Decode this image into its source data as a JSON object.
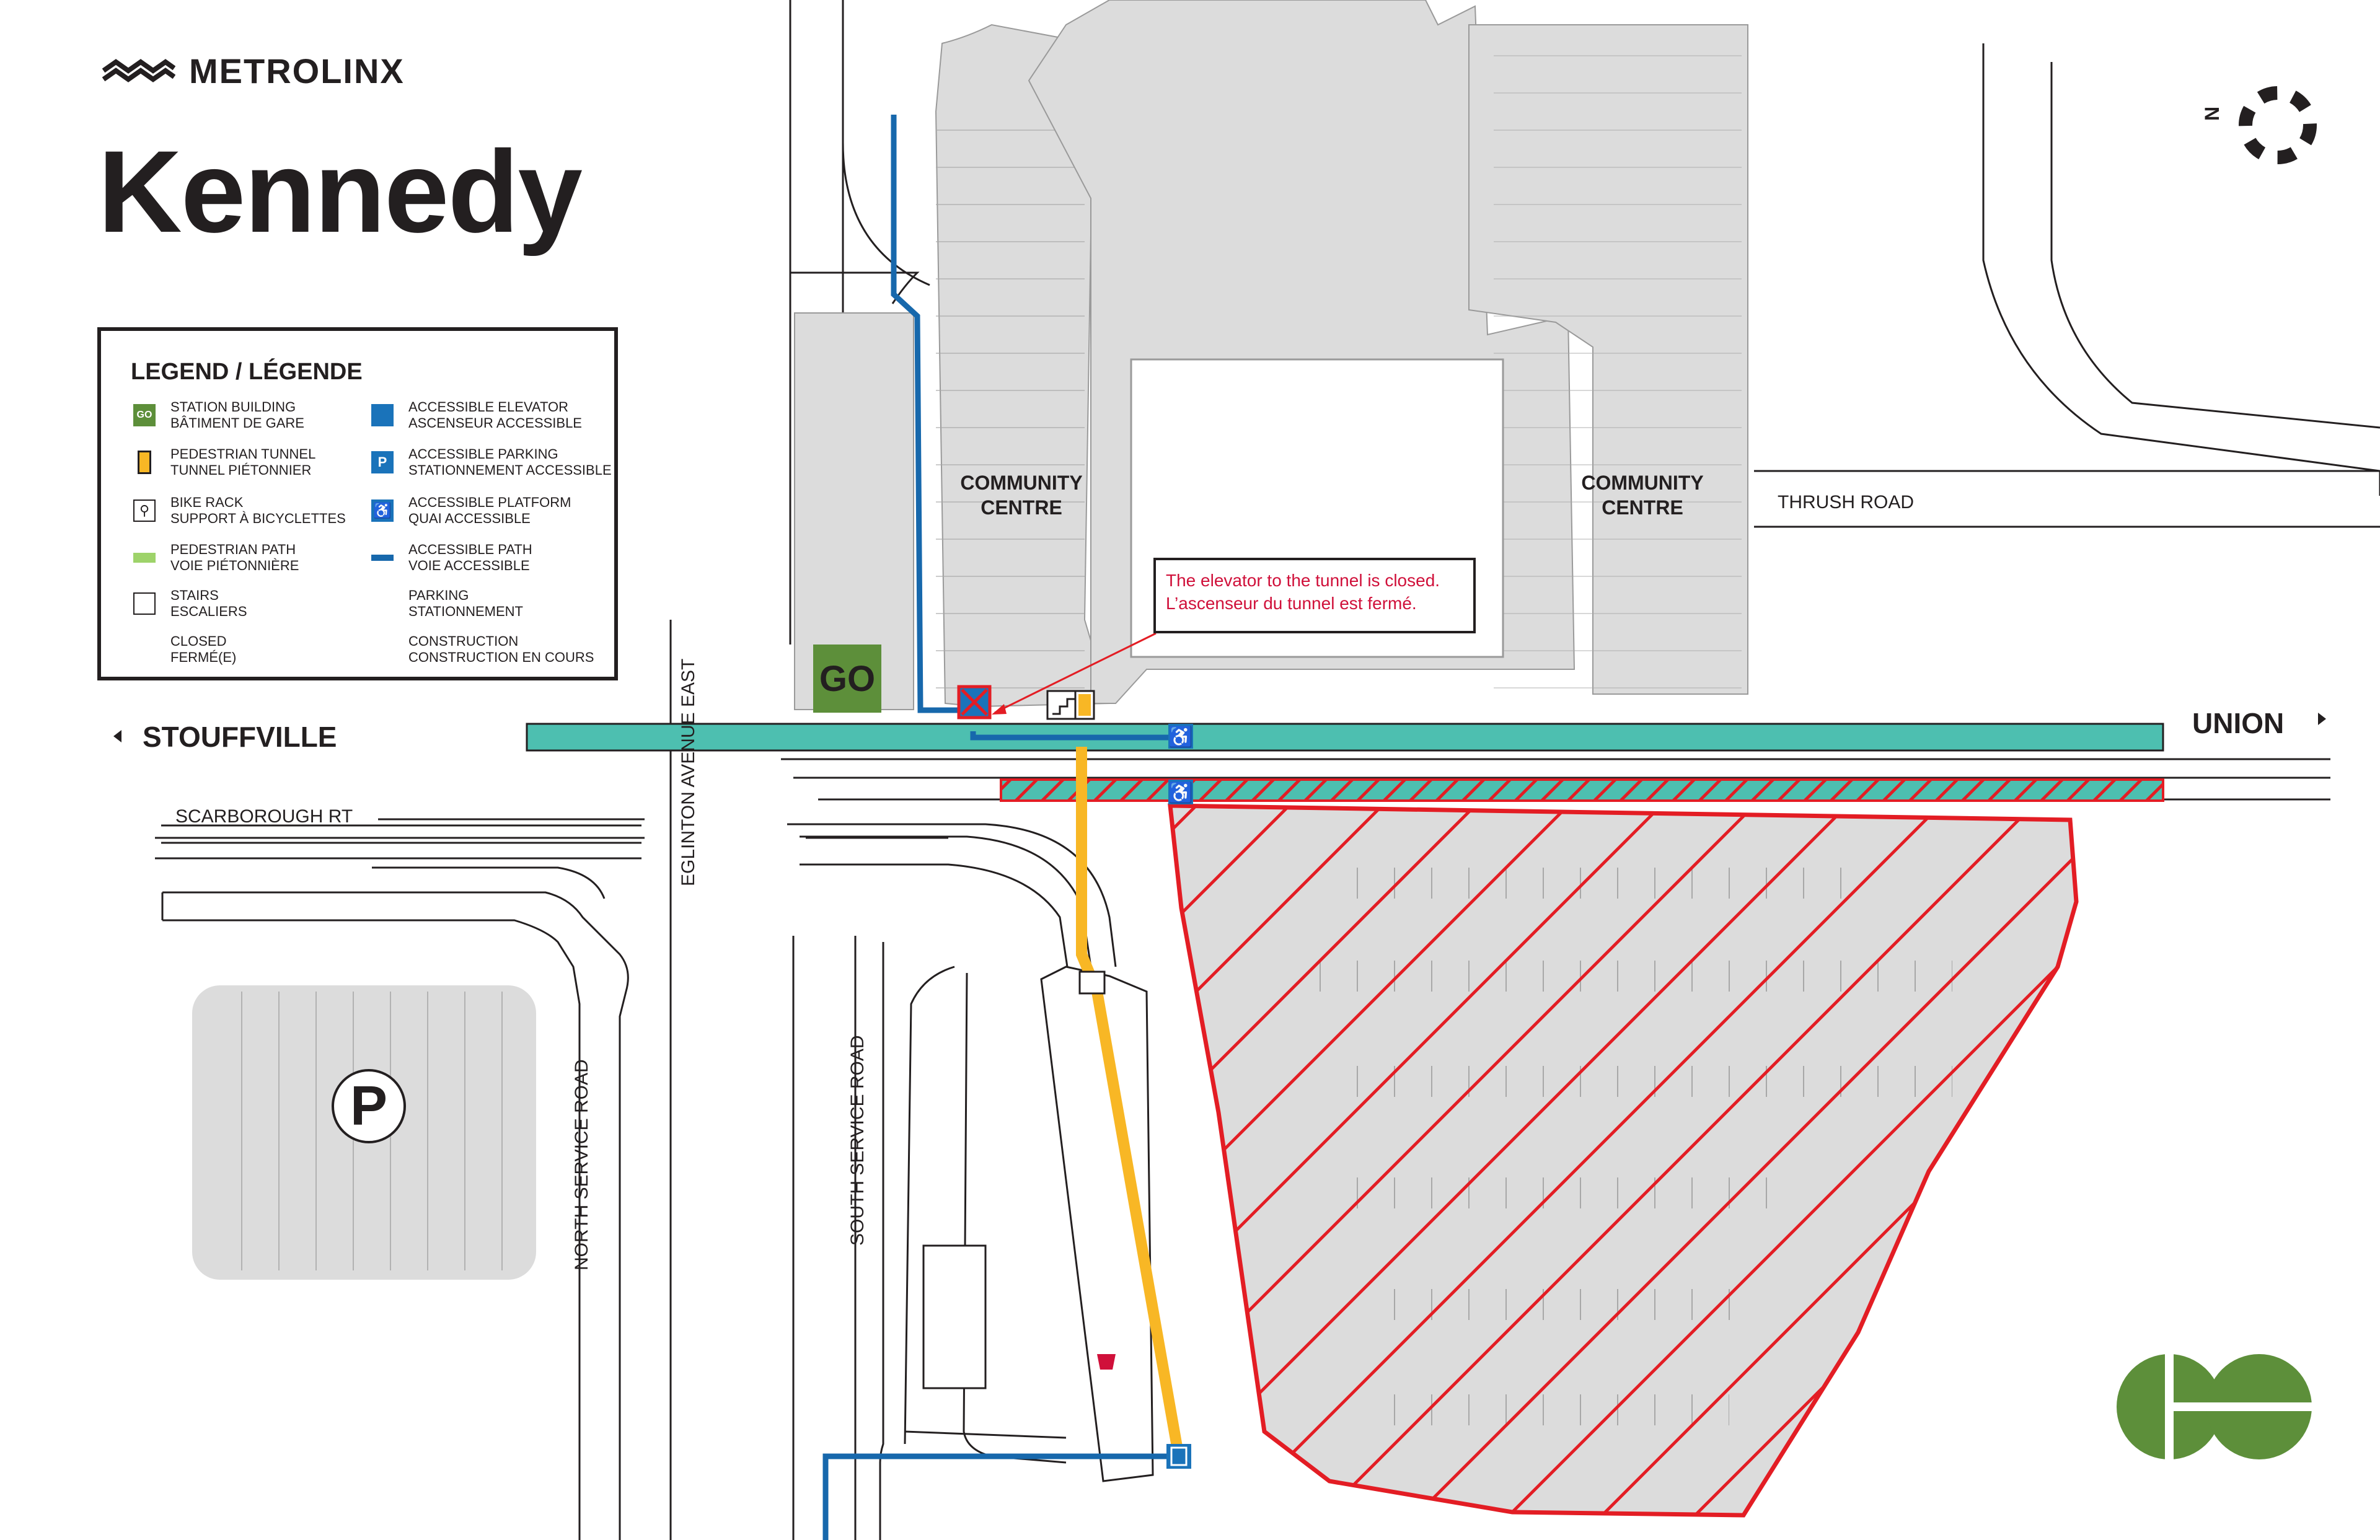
{
  "brand": {
    "name": "METROLINX"
  },
  "station": {
    "name": "Kennedy"
  },
  "legend": {
    "title": "LEGEND / LÉGENDE",
    "items": [
      {
        "icon": "station-building-icon",
        "label": "STATION BUILDING\nBÂTIMENT DE GARE"
      },
      {
        "icon": "pedestrian-tunnel-icon",
        "label": "PEDESTRIAN TUNNEL\nTUNNEL PIÉTONNIER"
      },
      {
        "icon": "bike-rack-icon",
        "label": "BIKE RACK\nSUPPORT À BICYCLETTES"
      },
      {
        "icon": "pedestrian-path-swatch",
        "label": "PEDESTRIAN PATH\nVOIE PIÉTONNIÈRE"
      },
      {
        "icon": "stairs-icon",
        "label": "STAIRS\nESCALIERS"
      },
      {
        "icon": "closed-swatch",
        "label": "CLOSED\nFERMÉ(E)"
      },
      {
        "icon": "accessible-elevator-icon",
        "label": "ACCESSIBLE ELEVATOR\nASCENSEUR ACCESSIBLE"
      },
      {
        "icon": "accessible-parking-icon",
        "label": "ACCESSIBLE PARKING\nSTATIONNEMENT ACCESSIBLE"
      },
      {
        "icon": "accessible-platform-icon",
        "label": "ACCESSIBLE PLATFORM\nQUAI ACCESSIBLE"
      },
      {
        "icon": "accessible-path-swatch",
        "label": "ACCESSIBLE PATH\nVOIE ACCESSIBLE"
      },
      {
        "icon": "parking-swatch",
        "label": "PARKING\nSTATIONNEMENT"
      },
      {
        "icon": "construction-swatch",
        "label": "CONSTRUCTION\nCONSTRUCTION EN COURS"
      }
    ]
  },
  "notice": {
    "text": "The elevator to the tunnel is closed.\nL’ascenseur du tunnel est fermé."
  },
  "directions": {
    "west": "STOUFFVILLE",
    "east": "UNION"
  },
  "streets": {
    "eglinton": "EGLINTON AVENUE EAST",
    "scarborough_rt": "SCARBOROUGH RT",
    "thrush": "THRUSH ROAD",
    "north_service": "NORTH SERVICE ROAD",
    "south_service": "SOUTH SERVICE ROAD"
  },
  "buildings": {
    "community_centre_a": "COMMUNITY\nCENTRE",
    "community_centre_b": "COMMUNITY\nCENTRE"
  },
  "parking_label": "P",
  "go_logo": "GO",
  "compass": "N",
  "colors": {
    "platform": "#4dbfb0",
    "accessible_path": "#1768ac",
    "pedestrian_tunnel": "#f8b725",
    "closed": "#e31d24",
    "go_green": "#5d8f3a",
    "parking_grey": "#dcdcdc",
    "text": "#231f20",
    "notice_text": "#d0103a",
    "accessible_blue": "#1a73ba"
  }
}
